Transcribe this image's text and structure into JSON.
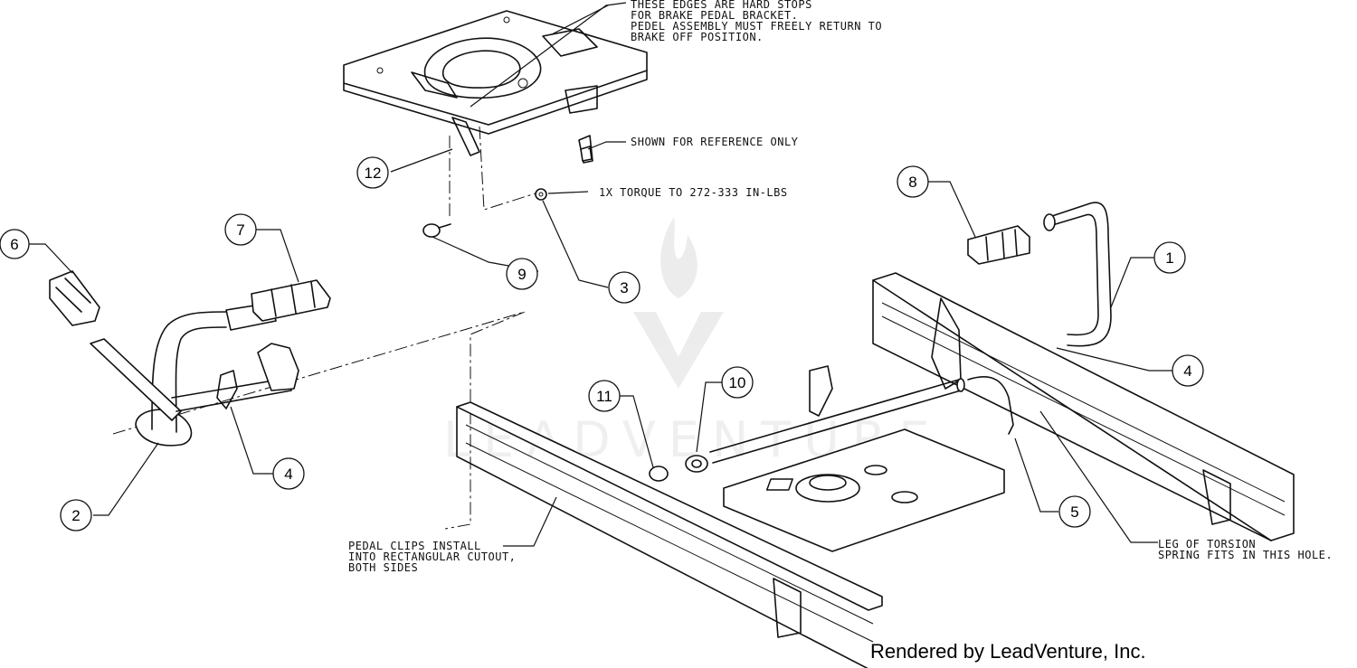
{
  "notes": {
    "hard_stops": [
      "THESE EDGES ARE HARD STOPS",
      "FOR BRAKE PEDAL BRACKET.",
      "PEDEL ASSEMBLY MUST FREELY RETURN TO",
      "BRAKE OFF POSITION."
    ],
    "reference": "SHOWN FOR REFERENCE ONLY",
    "torque": "1X TORQUE TO 272-333 IN-LBS",
    "pedal_clips": [
      "PEDAL CLIPS INSTALL",
      "INTO RECTANGULAR CUTOUT,",
      "BOTH SIDES"
    ],
    "torsion": [
      "LEG OF TORSION",
      "SPRING FITS IN THIS HOLE."
    ]
  },
  "callouts": {
    "c1": "1",
    "c2": "2",
    "c3": "3",
    "c4a": "4",
    "c4b": "4",
    "c5": "5",
    "c6": "6",
    "c7": "7",
    "c8": "8",
    "c9": "9",
    "c10": "10",
    "c11": "11",
    "c12": "12"
  },
  "watermark": "LEADVENTURE",
  "footer": "Rendered by LeadVenture, Inc."
}
